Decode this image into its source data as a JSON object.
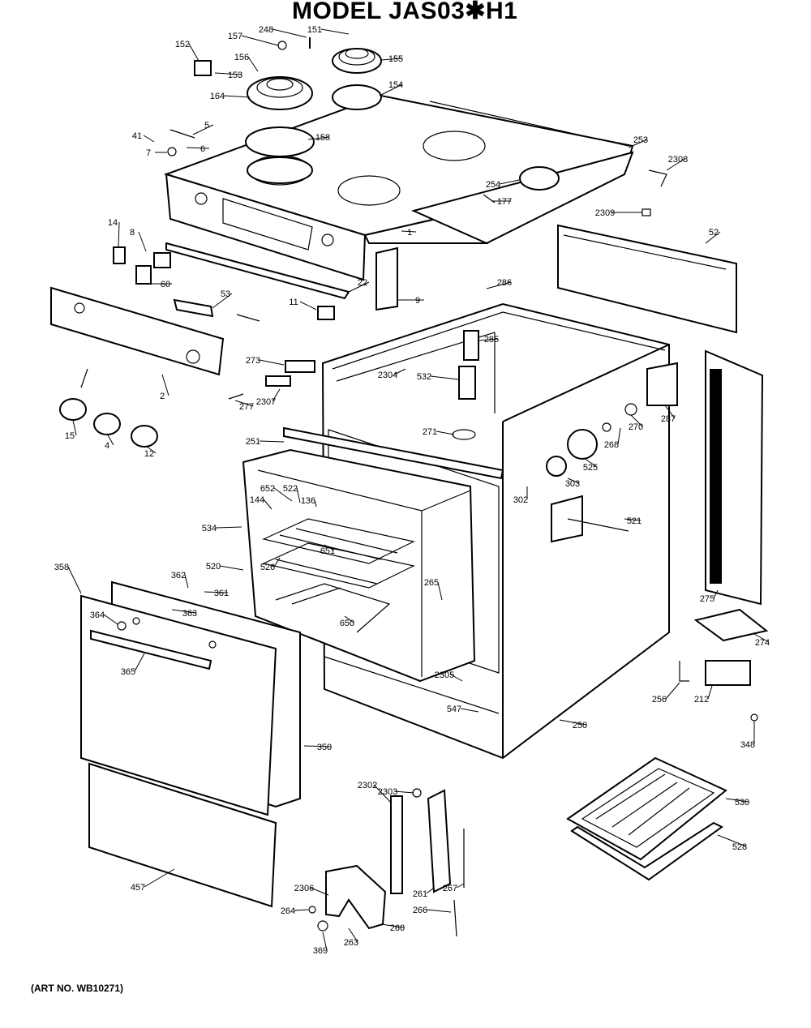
{
  "title": "MODEL JAS03✱H1",
  "art_no": "(ART NO. WB10271)",
  "parts": [
    {
      "id": "cooktop",
      "name": "cooktop",
      "label": "1"
    },
    {
      "id": "control-panel",
      "name": "control-panel",
      "label": "2"
    },
    {
      "id": "knob-4",
      "name": "knob",
      "label": "4"
    },
    {
      "id": "p5",
      "name": "part",
      "label": "5"
    },
    {
      "id": "p6",
      "name": "part",
      "label": "6"
    },
    {
      "id": "p7",
      "name": "part",
      "label": "7"
    },
    {
      "id": "p8",
      "name": "part",
      "label": "8"
    },
    {
      "id": "p9",
      "name": "part",
      "label": "9"
    },
    {
      "id": "p11",
      "name": "part",
      "label": "11"
    },
    {
      "id": "knob-12",
      "name": "knob",
      "label": "12"
    },
    {
      "id": "p14",
      "name": "part",
      "label": "14"
    },
    {
      "id": "knob-15",
      "name": "knob",
      "label": "15"
    },
    {
      "id": "p22",
      "name": "part",
      "label": "22"
    },
    {
      "id": "p41",
      "name": "part",
      "label": "41"
    },
    {
      "id": "p52",
      "name": "backsplash",
      "label": "52"
    },
    {
      "id": "p53",
      "name": "part",
      "label": "53"
    },
    {
      "id": "p60",
      "name": "part",
      "label": "60"
    },
    {
      "id": "p144",
      "name": "part",
      "label": "144"
    },
    {
      "id": "p151",
      "name": "part",
      "label": "151"
    },
    {
      "id": "p152",
      "name": "part",
      "label": "152"
    },
    {
      "id": "p153",
      "name": "part",
      "label": "153"
    },
    {
      "id": "p154",
      "name": "drip-pan",
      "label": "154"
    },
    {
      "id": "p155",
      "name": "surface-unit",
      "label": "155"
    },
    {
      "id": "p156",
      "name": "surface-unit",
      "label": "156"
    },
    {
      "id": "p157",
      "name": "part",
      "label": "157"
    },
    {
      "id": "p158",
      "name": "drip-pan",
      "label": "158"
    },
    {
      "id": "p164",
      "name": "trim-ring",
      "label": "164"
    },
    {
      "id": "p177",
      "name": "part",
      "label": "177"
    },
    {
      "id": "p212",
      "name": "terminal-block",
      "label": "212"
    },
    {
      "id": "p248",
      "name": "screw",
      "label": "248"
    },
    {
      "id": "p250",
      "name": "cabinet",
      "label": "250"
    },
    {
      "id": "p251",
      "name": "part",
      "label": "251"
    },
    {
      "id": "p253",
      "name": "cooktop-frame",
      "label": "253"
    },
    {
      "id": "p254",
      "name": "part",
      "label": "254"
    },
    {
      "id": "p256",
      "name": "part",
      "label": "256"
    },
    {
      "id": "p260",
      "name": "part",
      "label": "260"
    },
    {
      "id": "p261",
      "name": "part",
      "label": "261"
    },
    {
      "id": "p263",
      "name": "part",
      "label": "263"
    },
    {
      "id": "p264",
      "name": "part",
      "label": "264"
    },
    {
      "id": "p265",
      "name": "part",
      "label": "265"
    },
    {
      "id": "p266",
      "name": "part",
      "label": "266"
    },
    {
      "id": "p267",
      "name": "part",
      "label": "267"
    },
    {
      "id": "p268",
      "name": "part",
      "label": "268"
    },
    {
      "id": "p270",
      "name": "part",
      "label": "270"
    },
    {
      "id": "p271",
      "name": "part",
      "label": "271"
    },
    {
      "id": "p273",
      "name": "part",
      "label": "273"
    },
    {
      "id": "p274",
      "name": "part",
      "label": "274"
    },
    {
      "id": "p275",
      "name": "side-panel",
      "label": "275"
    },
    {
      "id": "p277",
      "name": "part",
      "label": "277"
    },
    {
      "id": "p285",
      "name": "part",
      "label": "285"
    },
    {
      "id": "p286",
      "name": "part",
      "label": "286"
    },
    {
      "id": "p287",
      "name": "part",
      "label": "287"
    },
    {
      "id": "p302",
      "name": "part",
      "label": "302"
    },
    {
      "id": "p303",
      "name": "part",
      "label": "303"
    },
    {
      "id": "p348",
      "name": "part",
      "label": "348"
    },
    {
      "id": "p350",
      "name": "door-gasket",
      "label": "350"
    },
    {
      "id": "p358",
      "name": "oven-door",
      "label": "358"
    },
    {
      "id": "p361",
      "name": "part",
      "label": "361"
    },
    {
      "id": "p362",
      "name": "part",
      "label": "362"
    },
    {
      "id": "p363",
      "name": "part",
      "label": "363"
    },
    {
      "id": "p364",
      "name": "part",
      "label": "364"
    },
    {
      "id": "p365",
      "name": "door-handle",
      "label": "365"
    },
    {
      "id": "p369",
      "name": "part",
      "label": "369"
    },
    {
      "id": "p457",
      "name": "drawer-panel",
      "label": "457"
    },
    {
      "id": "p520",
      "name": "oven-liner",
      "label": "520"
    },
    {
      "id": "p521",
      "name": "part",
      "label": "521"
    },
    {
      "id": "p522",
      "name": "part",
      "label": "522"
    },
    {
      "id": "p525",
      "name": "part",
      "label": "525"
    },
    {
      "id": "p526",
      "name": "oven-rack",
      "label": "526"
    },
    {
      "id": "p528",
      "name": "broiler-pan",
      "label": "528"
    },
    {
      "id": "p530",
      "name": "broiler-grid",
      "label": "530"
    },
    {
      "id": "p532",
      "name": "part",
      "label": "532"
    },
    {
      "id": "p534",
      "name": "part",
      "label": "534"
    },
    {
      "id": "p547",
      "name": "part",
      "label": "547"
    },
    {
      "id": "p651",
      "name": "broil-element",
      "label": "651"
    },
    {
      "id": "p652",
      "name": "part",
      "label": "652"
    },
    {
      "id": "p136",
      "name": "part",
      "label": "136"
    },
    {
      "id": "p650",
      "name": "bake-element",
      "label": "650"
    },
    {
      "id": "p2302",
      "name": "part",
      "label": "2302"
    },
    {
      "id": "p2303",
      "name": "part",
      "label": "2303"
    },
    {
      "id": "p2304",
      "name": "part",
      "label": "2304"
    },
    {
      "id": "p2305",
      "name": "part",
      "label": "2305"
    },
    {
      "id": "p2306",
      "name": "part",
      "label": "2306"
    },
    {
      "id": "p2307",
      "name": "part",
      "label": "2307"
    },
    {
      "id": "p2308",
      "name": "part",
      "label": "2308"
    },
    {
      "id": "p2309",
      "name": "part",
      "label": "2309"
    }
  ]
}
